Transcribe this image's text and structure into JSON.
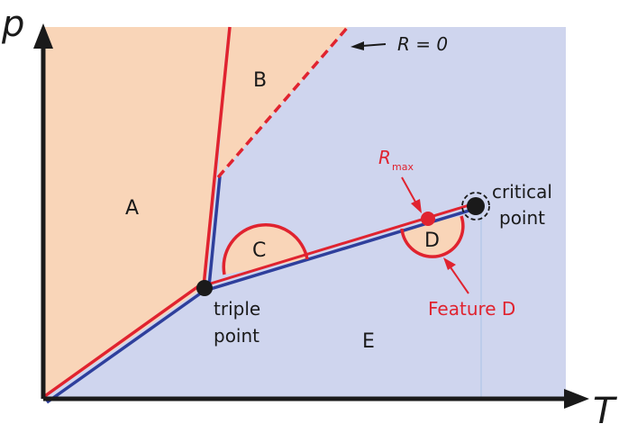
{
  "axes": {
    "x_label": "T",
    "y_label": "p"
  },
  "regions": {
    "a": "A",
    "b": "B",
    "c": "C",
    "d": "D",
    "e": "E"
  },
  "points": {
    "triple_line1": "triple",
    "triple_line2": "point",
    "critical_line1": "critical",
    "critical_line2": "point"
  },
  "annotations": {
    "r_zero": "R = 0",
    "r_max_main": "R",
    "r_max_sub": "max",
    "feature_d": "Feature D"
  },
  "colors": {
    "region_warm": "#f9d5b8",
    "region_cool": "#cfd5ee",
    "boundary_red": "#e0232f",
    "boundary_blue": "#2e3f9c",
    "axis": "#1a1a1a"
  }
}
